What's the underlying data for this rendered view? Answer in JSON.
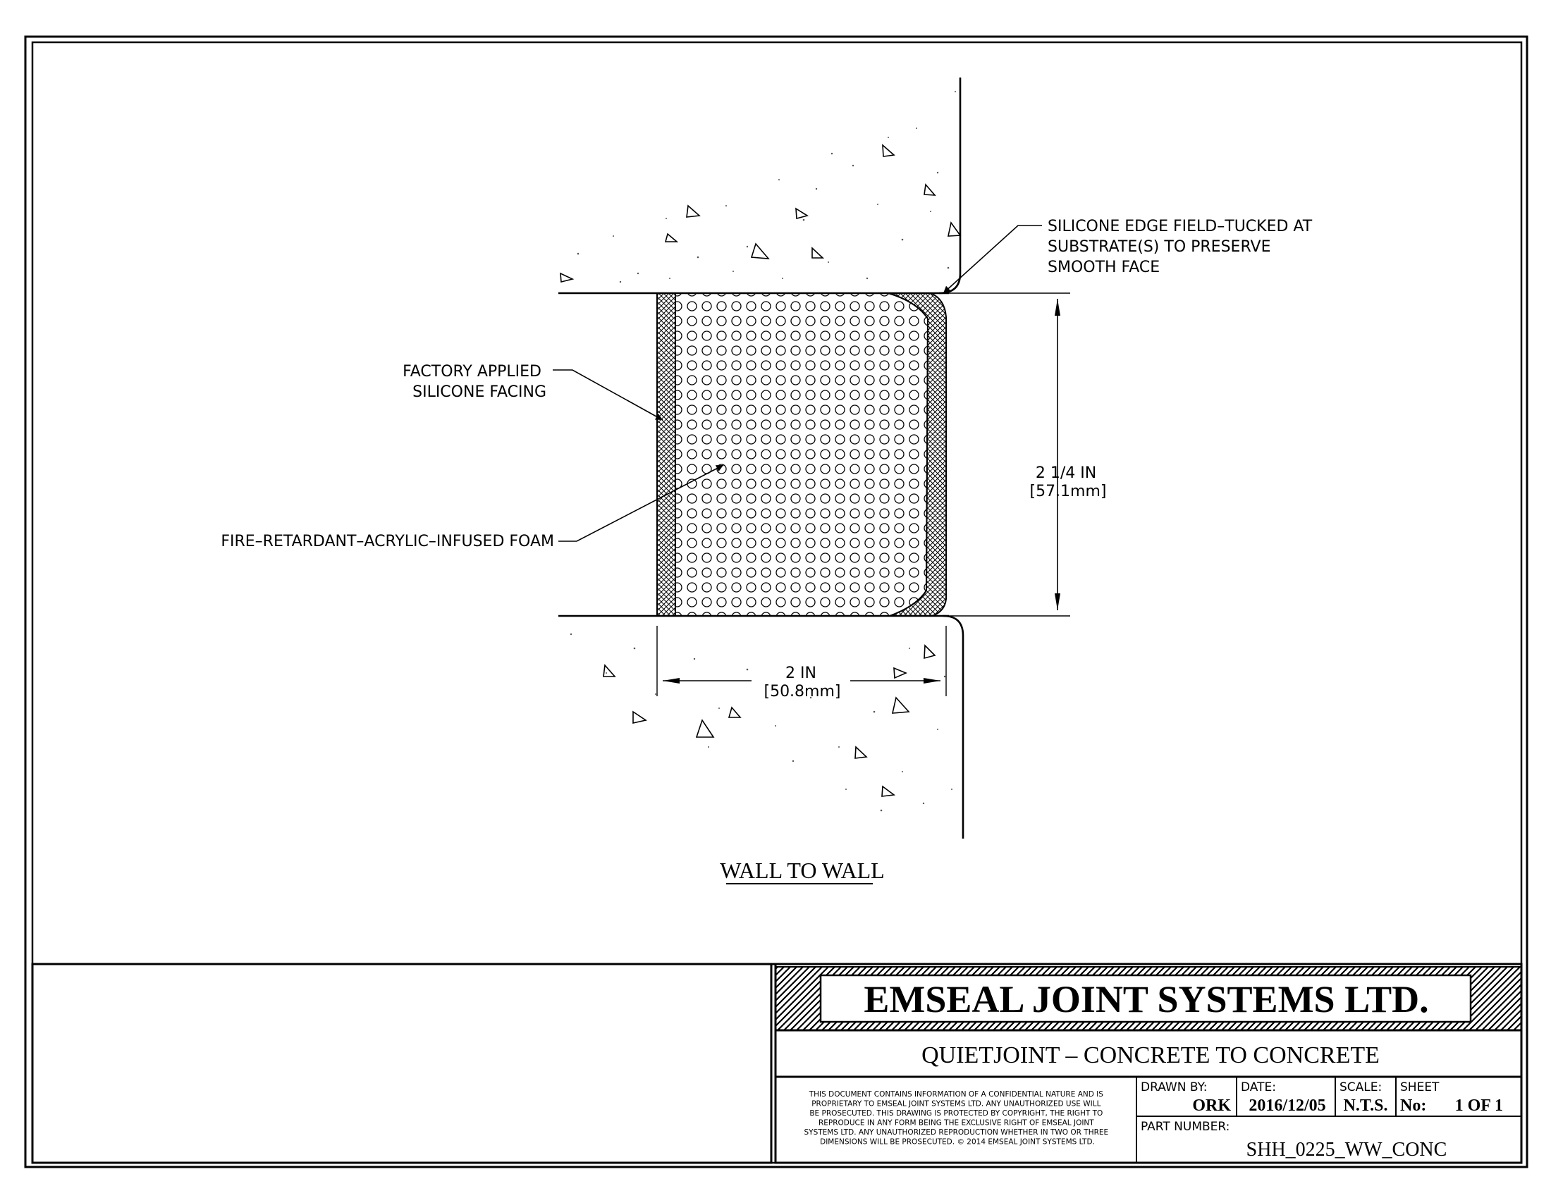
{
  "drawing": {
    "callouts": {
      "silicone_edge": [
        "SILICONE EDGE FIELD–TUCKED AT",
        "SUBSTRATE(S) TO PRESERVE",
        "SMOOTH FACE"
      ],
      "factory_facing": [
        "FACTORY APPLIED",
        "SILICONE FACING"
      ],
      "foam": "FIRE–RETARDANT–ACRYLIC–INFUSED FOAM"
    },
    "dimensions": {
      "height": "2 1/4 IN",
      "height_metric": "[57.1mm]",
      "width": "2 IN",
      "width_metric": "[50.8mm]"
    },
    "caption": "WALL TO WALL"
  },
  "title_block": {
    "company": "EMSEAL JOINT SYSTEMS LTD.",
    "title": "QUIETJOINT – CONCRETE TO CONCRETE",
    "notice": [
      "THIS DOCUMENT CONTAINS INFORMATION OF A CONFIDENTIAL NATURE AND IS",
      "PROPRIETARY TO EMSEAL JOINT SYSTEMS LTD. ANY UNAUTHORIZED USE WILL",
      "BE PROSECUTED. THIS DRAWING IS PROTECTED BY COPYRIGHT, THE RIGHT TO",
      "REPRODUCE IN ANY FORM BEING THE EXCLUSIVE RIGHT OF EMSEAL JOINT",
      "SYSTEMS LTD. ANY UNAUTHORIZED REPRODUCTION WHETHER IN TWO OR THREE",
      "DIMENSIONS WILL BE PROSECUTED. © 2014 EMSEAL JOINT SYSTEMS LTD."
    ],
    "drawn_by_label": "DRAWN BY:",
    "drawn_by": "ORK",
    "date_label": "DATE:",
    "date": "2016/12/05",
    "scale_label": "SCALE:",
    "scale": "N.T.S.",
    "sheet_label": "SHEET",
    "sheet_no_label": "No:",
    "sheet": "1 OF 1",
    "part_number_label": "PART NUMBER:",
    "part_number": "SHH_0225_WW_CONC"
  }
}
